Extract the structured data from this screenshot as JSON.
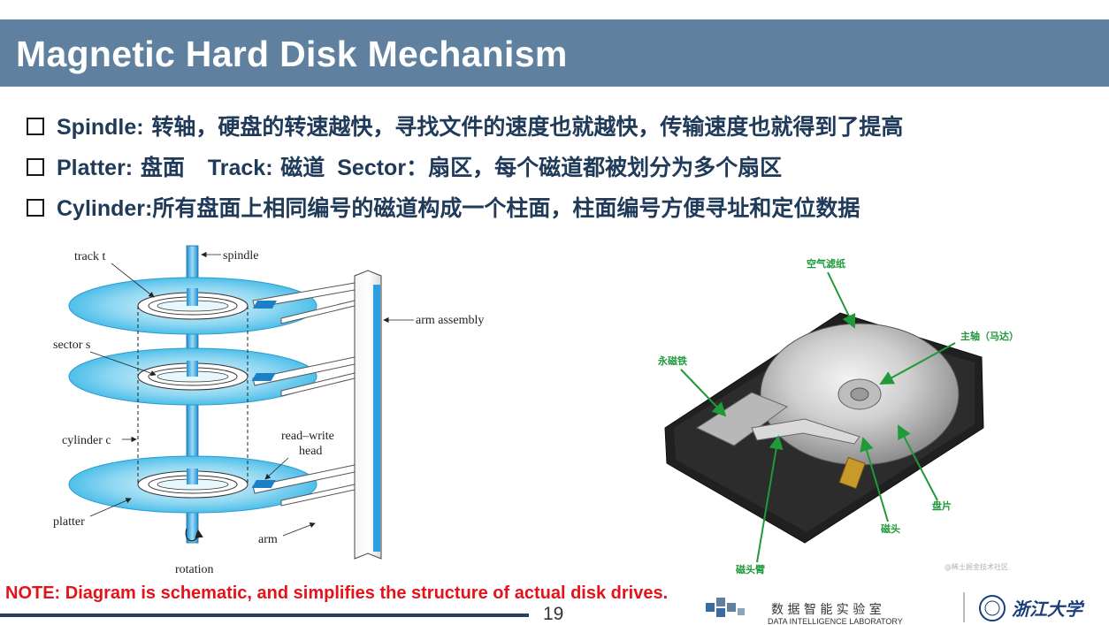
{
  "slide": {
    "title": "Magnetic Hard Disk Mechanism",
    "bullets": [
      {
        "label": "Spindle:",
        "text": " 转轴，硬盘的转速越快，寻找文件的速度也就越快，传输速度也就得到了提高"
      },
      {
        "label": "Platter:",
        "text": " 盘面",
        "label2": "Track:",
        "text2": " 磁道",
        "label3": "Sector",
        "text3": "：扇区，每个磁道都被划分为多个扇区"
      },
      {
        "label": "Cylinder:",
        "text": "所有盘面上相同编号的磁道构成一个柱面，柱面编号方便寻址和定位数据"
      }
    ],
    "note": "NOTE: Diagram is schematic, and simplifies the structure of actual disk drives.",
    "page_number": "19"
  },
  "diagram": {
    "labels": {
      "track": "track t",
      "spindle": "spindle",
      "arm_assembly": "arm assembly",
      "sector": "sector s",
      "cylinder": "cylinder c",
      "read_write": "read–write",
      "head": "head",
      "platter": "platter",
      "arm": "arm",
      "rotation": "rotation"
    }
  },
  "photo": {
    "labels": {
      "air_filter": "空气滤纸",
      "spindle_motor": "主轴（马达）",
      "magnet": "永磁铁",
      "platter": "盘片",
      "head": "磁头",
      "head_arm": "磁头臂",
      "watermark": "@稀土掘金技术社区"
    }
  },
  "footer": {
    "lab_cn": "数 据 智 能 实 验 室",
    "lab_en": "DATA INTELLIGENCE LABORATORY",
    "university": "浙江大学"
  },
  "colors": {
    "title_bar": "#5f819f",
    "bullet_text": "#203a5a",
    "note": "#e3121b",
    "photo_labels": "#1f9a3a"
  }
}
